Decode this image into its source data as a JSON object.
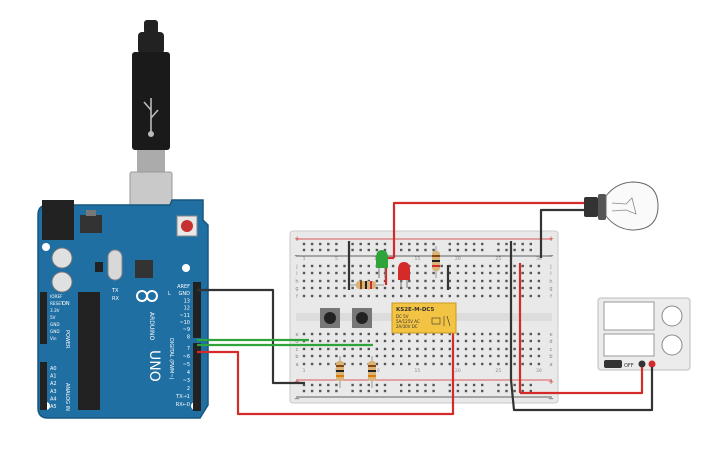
{
  "arduino": {
    "brand": "ARDUINO",
    "model": "UNO",
    "header_top": [
      "AREF",
      "GND",
      "13",
      "12",
      "~11",
      "~10",
      "~9",
      "8"
    ],
    "header_bottom": [
      "7",
      "~6",
      "~5",
      "4",
      "~3",
      "2",
      "TX→1",
      "RX←0"
    ],
    "digital_label": "DIGITAL (PWM~)",
    "power_pins": [
      "IOREF",
      "RESET",
      "3.3V",
      "5V",
      "GND",
      "GND",
      "Vin"
    ],
    "power_label": "POWER",
    "analog_pins": [
      "A0",
      "A1",
      "A2",
      "A3",
      "A4",
      "A5"
    ],
    "analog_label": "ANALOG IN",
    "led_labels": [
      "L",
      "TX",
      "RX"
    ],
    "on_label": "ON"
  },
  "relay": {
    "model": "KS2E-M-DC5",
    "lines": [
      "DC 5V",
      "5A/125V AC",
      "2A/30V DC"
    ]
  },
  "breadboard": {
    "rows_top": [
      "j",
      "i",
      "h",
      "g",
      "f"
    ],
    "rows_bottom": [
      "e",
      "d",
      "c",
      "b",
      "a"
    ],
    "col_labels": [
      "1",
      "5",
      "10",
      "15",
      "20",
      "25",
      "30"
    ]
  },
  "psu": {
    "switch_label": "OFF"
  },
  "colors": {
    "board_blue": "#1f6fa3",
    "wire_red": "#d42a2a",
    "wire_black": "#333333",
    "wire_green": "#2fa43a",
    "relay_yellow": "#f3c343"
  }
}
